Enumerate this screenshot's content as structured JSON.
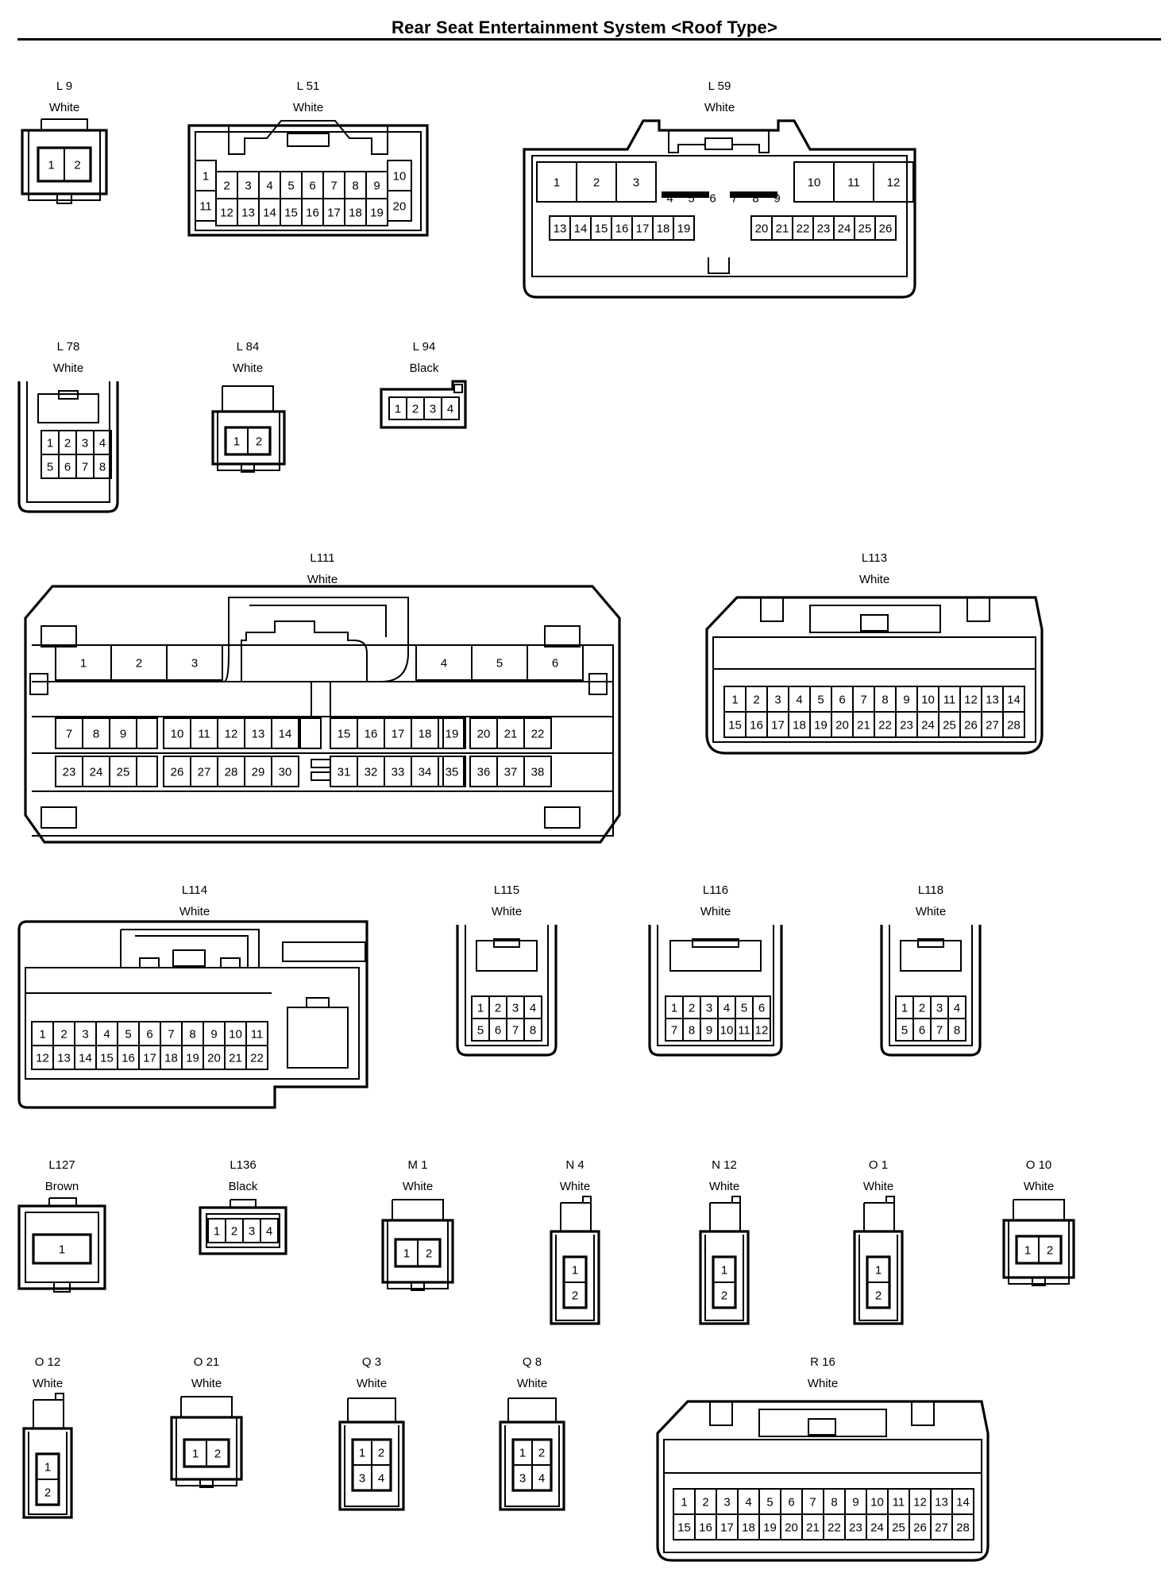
{
  "title": "Rear Seat Entertainment System <Roof Type>",
  "connectors": [
    {
      "id": "L9",
      "name": "L 9",
      "color": "White",
      "rows": [
        [
          1,
          2
        ]
      ]
    },
    {
      "id": "L51",
      "name": "L 51",
      "color": "White",
      "rows": [
        [
          2,
          3,
          4,
          5,
          6,
          7,
          8,
          9
        ],
        [
          12,
          13,
          14,
          15,
          16,
          17,
          18,
          19
        ]
      ],
      "side_left": [
        1,
        11
      ],
      "side_right": [
        10,
        20
      ]
    },
    {
      "id": "L59",
      "name": "L 59",
      "color": "White",
      "top_left": [
        1,
        2,
        3
      ],
      "top_mid": [
        4,
        5,
        6,
        7,
        8,
        9
      ],
      "top_right": [
        10,
        11,
        12
      ],
      "bot_left": [
        13,
        14,
        15,
        16,
        17,
        18,
        19
      ],
      "bot_right": [
        20,
        21,
        22,
        23,
        24,
        25,
        26
      ]
    },
    {
      "id": "L78",
      "name": "L 78",
      "color": "White",
      "rows": [
        [
          1,
          2,
          3,
          4
        ],
        [
          5,
          6,
          7,
          8
        ]
      ]
    },
    {
      "id": "L84",
      "name": "L 84",
      "color": "White",
      "rows": [
        [
          1,
          2
        ]
      ]
    },
    {
      "id": "L94",
      "name": "L 94",
      "color": "Black",
      "rows": [
        [
          1,
          2,
          3,
          4
        ]
      ]
    },
    {
      "id": "L111",
      "name": "L111",
      "color": "White",
      "big_left": [
        1,
        2,
        3
      ],
      "big_right": [
        4,
        5,
        6
      ],
      "row2": [
        [
          7,
          8,
          9
        ],
        [
          10,
          11,
          12,
          13,
          14
        ],
        [
          15,
          16,
          17,
          18,
          19
        ],
        [
          20,
          21,
          22
        ]
      ],
      "row3": [
        [
          23,
          24,
          25
        ],
        [
          26,
          27,
          28,
          29,
          30
        ],
        [
          31,
          32,
          33,
          34,
          35
        ],
        [
          36,
          37,
          38
        ]
      ]
    },
    {
      "id": "L113",
      "name": "L113",
      "color": "White",
      "rows": [
        [
          1,
          2,
          3,
          4,
          5,
          6,
          7,
          8,
          9,
          10,
          11,
          12,
          13,
          14
        ],
        [
          15,
          16,
          17,
          18,
          19,
          20,
          21,
          22,
          23,
          24,
          25,
          26,
          27,
          28
        ]
      ]
    },
    {
      "id": "L114",
      "name": "L114",
      "color": "White",
      "rows": [
        [
          1,
          2,
          3,
          4,
          5,
          6,
          7,
          8,
          9,
          10,
          11
        ],
        [
          12,
          13,
          14,
          15,
          16,
          17,
          18,
          19,
          20,
          21,
          22
        ]
      ]
    },
    {
      "id": "L115",
      "name": "L115",
      "color": "White",
      "rows": [
        [
          1,
          2,
          3,
          4
        ],
        [
          5,
          6,
          7,
          8
        ]
      ]
    },
    {
      "id": "L116",
      "name": "L116",
      "color": "White",
      "rows": [
        [
          1,
          2,
          3,
          4,
          5,
          6
        ],
        [
          7,
          8,
          9,
          10,
          11,
          12
        ]
      ]
    },
    {
      "id": "L118",
      "name": "L118",
      "color": "White",
      "rows": [
        [
          1,
          2,
          3,
          4
        ],
        [
          5,
          6,
          7,
          8
        ]
      ]
    },
    {
      "id": "L127",
      "name": "L127",
      "color": "Brown",
      "rows": [
        [
          1
        ]
      ]
    },
    {
      "id": "L136",
      "name": "L136",
      "color": "Black",
      "rows": [
        [
          1,
          2,
          3,
          4
        ]
      ]
    },
    {
      "id": "M1",
      "name": "M 1",
      "color": "White",
      "rows": [
        [
          1,
          2
        ]
      ]
    },
    {
      "id": "N4",
      "name": "N 4",
      "color": "White",
      "rows": [
        [
          1
        ],
        [
          2
        ]
      ]
    },
    {
      "id": "N12",
      "name": "N 12",
      "color": "White",
      "rows": [
        [
          1
        ],
        [
          2
        ]
      ]
    },
    {
      "id": "O1",
      "name": "O 1",
      "color": "White",
      "rows": [
        [
          1
        ],
        [
          2
        ]
      ]
    },
    {
      "id": "O10",
      "name": "O 10",
      "color": "White",
      "rows": [
        [
          1,
          2
        ]
      ]
    },
    {
      "id": "O12",
      "name": "O 12",
      "color": "White",
      "rows": [
        [
          1
        ],
        [
          2
        ]
      ]
    },
    {
      "id": "O21",
      "name": "O 21",
      "color": "White",
      "rows": [
        [
          1,
          2
        ]
      ]
    },
    {
      "id": "Q3",
      "name": "Q 3",
      "color": "White",
      "rows": [
        [
          1,
          2
        ],
        [
          3,
          4
        ]
      ]
    },
    {
      "id": "Q8",
      "name": "Q 8",
      "color": "White",
      "rows": [
        [
          1,
          2
        ],
        [
          3,
          4
        ]
      ]
    },
    {
      "id": "R16",
      "name": "R 16",
      "color": "White",
      "rows": [
        [
          1,
          2,
          3,
          4,
          5,
          6,
          7,
          8,
          9,
          10,
          11,
          12,
          13,
          14
        ],
        [
          15,
          16,
          17,
          18,
          19,
          20,
          21,
          22,
          23,
          24,
          25,
          26,
          27,
          28
        ]
      ]
    }
  ]
}
